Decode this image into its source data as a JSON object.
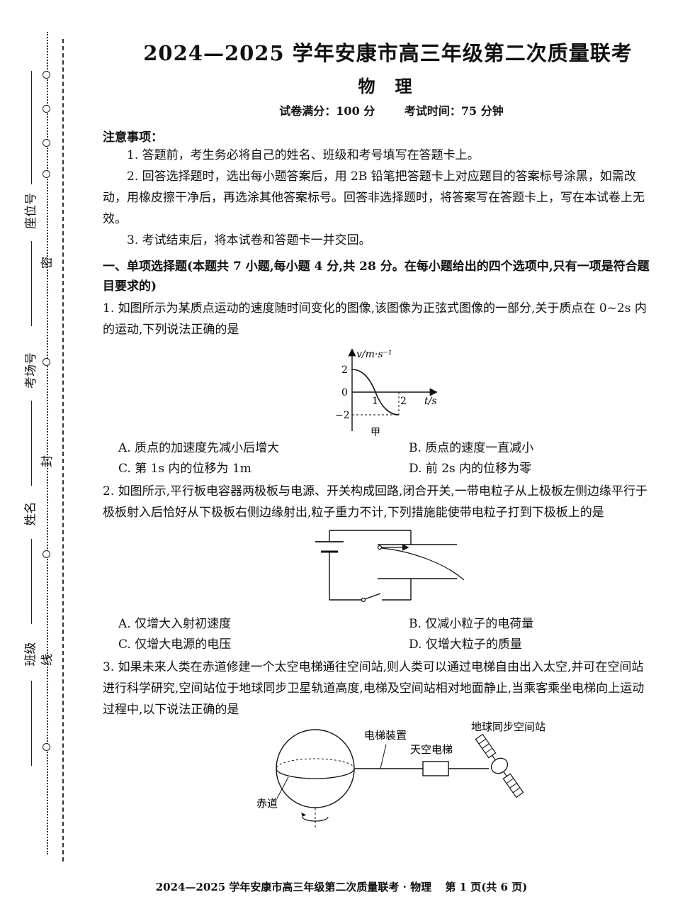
{
  "margin": {
    "fields": [
      "座位号",
      "考场号",
      "姓名",
      "班级"
    ],
    "seal_chars": [
      "密",
      "封",
      "线"
    ]
  },
  "header": {
    "title": "2024—2025 学年安康市高三年级第二次质量联考",
    "subject": "物理",
    "full_score": "试卷满分：100 分",
    "exam_time": "考试时间：75 分钟"
  },
  "notes": {
    "heading": "注意事项：",
    "items": [
      "1. 答题前，考生务必将自己的姓名、班级和考号填写在答题卡上。",
      "2. 回答选择题时，选出每小题答案后，用 2B 铅笔把答题卡上对应题目的答案标号涂黑，如需改动，用橡皮擦干净后，再选涂其他答案标号。回答非选择题时，将答案写在答题卡上，写在本试卷上无效。",
      "3. 考试结束后，将本试卷和答题卡一并交回。"
    ]
  },
  "section1": {
    "heading": "一、单项选择题(本题共 7 小题,每小题 4 分,共 28 分。在每小题给出的四个选项中,只有一项是符合题目要求的)"
  },
  "q1": {
    "stem": "1. 如图所示为某质点运动的速度随时间变化的图像,该图像为正弦式图像的一部分,关于质点在 0~2s 内的运动,下列说法正确的是",
    "figure": {
      "ylabel": "v/m·s⁻¹",
      "xlabel": "t/s",
      "y_top": "2",
      "y_zero": "0",
      "y_bottom": "−2",
      "x1": "1",
      "x2": "2",
      "caption": "甲"
    },
    "options": [
      "A. 质点的加速度先减小后增大",
      "B. 质点的速度一直减小",
      "C. 第 1s 内的位移为 1m",
      "D. 前 2s 内的位移为零"
    ]
  },
  "q2": {
    "stem": "2. 如图所示,平行板电容器两极板与电源、开关构成回路,闭合开关,一带电粒子从上极板左侧边缘平行于极板射入后恰好从下极板右侧边缘射出,粒子重力不计,下列措施能使带电粒子打到下极板上的是",
    "options": [
      "A. 仅增大入射初速度",
      "B. 仅减小粒子的电荷量",
      "C. 仅增大电源的电压",
      "D. 仅增大粒子的质量"
    ]
  },
  "q3": {
    "stem": "3. 如果未来人类在赤道修建一个太空电梯通往空间站,则人类可以通过电梯自由出入太空,并可在空间站进行科学研究,空间站位于地球同步卫星轨道高度,电梯及空间站相对地面静止,当乘客乘坐电梯向上运动过程中,以下说法正确的是",
    "figure": {
      "label_device": "电梯装置",
      "label_station": "地球同步空间站",
      "label_elevator": "天空电梯",
      "label_equator": "赤道"
    }
  },
  "footer": {
    "text": "2024—2025 学年安康市高三年级第二次质量联考 · 物理",
    "page": "第 1 页(共 6 页)"
  }
}
